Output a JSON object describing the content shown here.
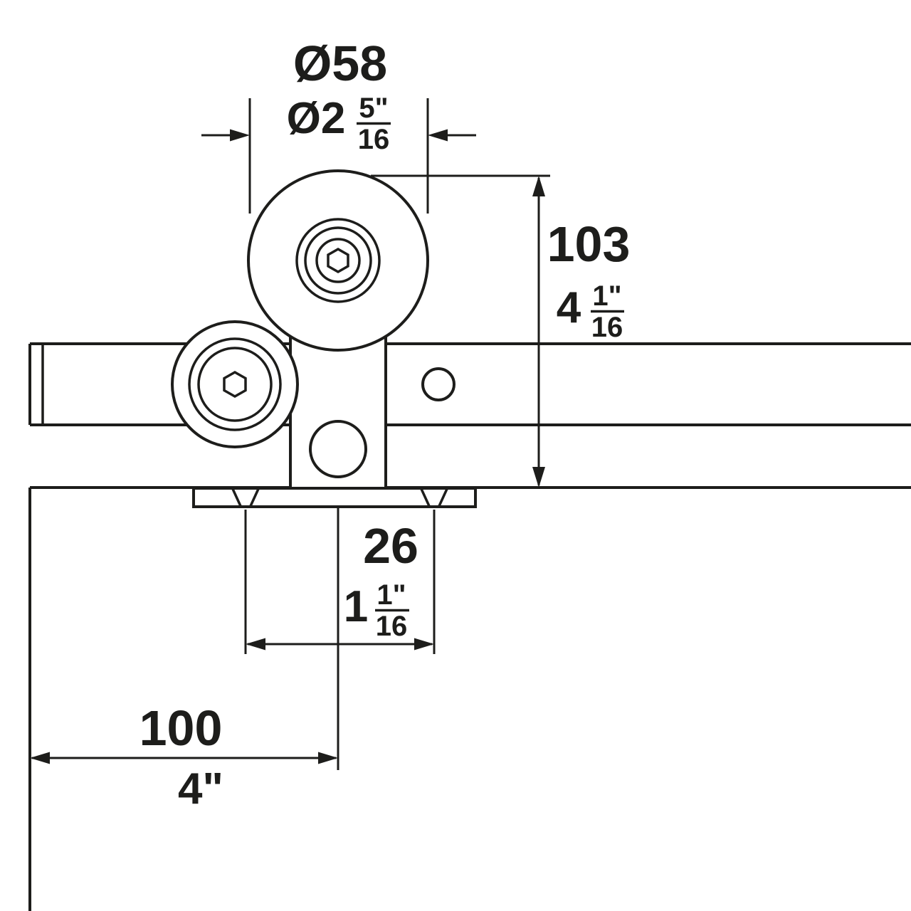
{
  "diagram": {
    "subject": "sliding-door-top-roller-hanger-technical-drawing",
    "background": "#ffffff",
    "line_color": "#1d1d1b",
    "dimensions": {
      "wheel_diameter": {
        "metric": "Ø58",
        "imperial_whole": "Ø2",
        "imperial_numerator": "5\"",
        "imperial_denominator": "16"
      },
      "hanger_height": {
        "metric": "103",
        "imperial_whole": "4",
        "imperial_numerator": "1\"",
        "imperial_denominator": "16"
      },
      "screw_spacing": {
        "metric": "26",
        "imperial_whole": "1",
        "imperial_numerator": "1\"",
        "imperial_denominator": "16"
      },
      "edge_to_center": {
        "metric": "100",
        "imperial": "4\""
      }
    }
  }
}
